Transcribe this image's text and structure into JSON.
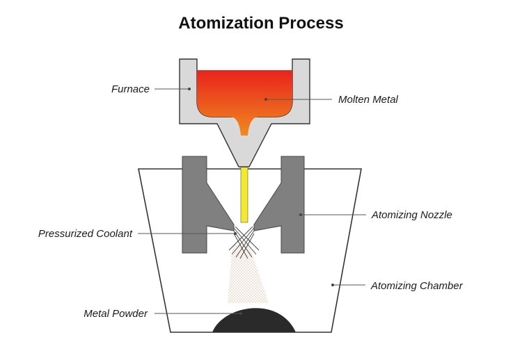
{
  "title": "Atomization Process",
  "labels": {
    "furnace": "Furnace",
    "molten_metal": "Molten Metal",
    "atomizing_nozzle": "Atomizing Nozzle",
    "pressurized_coolant": "Pressurized Coolant",
    "atomizing_chamber": "Atomizing Chamber",
    "metal_powder": "Metal Powder"
  },
  "colors": {
    "furnace_fill": "#d9d9d9",
    "nozzle_fill": "#808080",
    "molten_top": "#e8231d",
    "molten_bottom": "#f08a1e",
    "metal_stream": "#f2ea2a",
    "powder": "#2a2a2a",
    "spray": "#e6cdb6",
    "outline": "#333333"
  }
}
